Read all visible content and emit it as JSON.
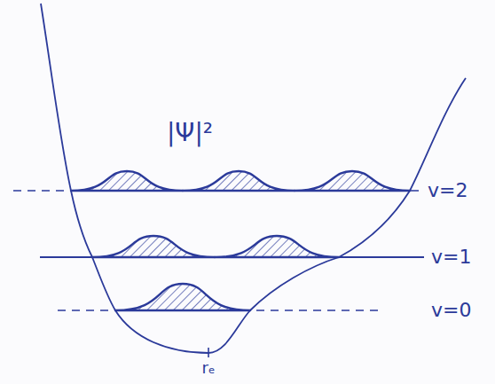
{
  "diagram": {
    "labels": [
      "|Ψ|²",
      "v=2",
      "v=1",
      "v=0",
      "rₑ"
    ]
  }
}
